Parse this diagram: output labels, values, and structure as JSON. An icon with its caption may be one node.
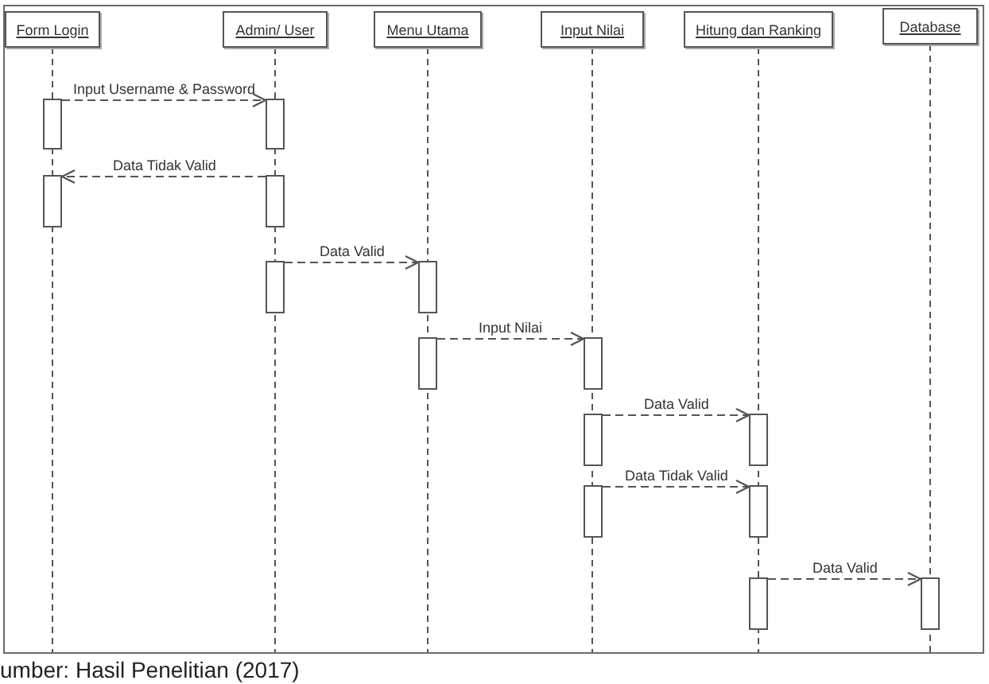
{
  "diagram": {
    "caption": "umber: Hasil Penelitian (2017)",
    "nodes": [
      {
        "text": [
          "Form Login"
        ]
      },
      {
        "text": [
          "Admin/ User"
        ]
      },
      {
        "text": [
          "Menu Utama"
        ]
      },
      {
        "text": [
          "Input Nilai"
        ]
      },
      {
        "text": [
          "Hitung dan Ranking"
        ]
      },
      {
        "text": [
          "Database"
        ]
      },
      {
        "text": [],
        "shape": "bar"
      },
      {
        "text": [],
        "shape": "bar"
      },
      {
        "text": [],
        "shape": "bar"
      },
      {
        "text": [],
        "shape": "bar"
      },
      {
        "text": [],
        "shape": "bar"
      },
      {
        "text": [],
        "shape": "bar"
      },
      {
        "text": [],
        "shape": "bar"
      },
      {
        "text": [],
        "shape": "bar"
      },
      {
        "text": [],
        "shape": "bar"
      },
      {
        "text": [],
        "shape": "bar"
      },
      {
        "text": [],
        "shape": "bar"
      },
      {
        "text": [],
        "shape": "bar"
      },
      {
        "text": [],
        "shape": "bar"
      },
      {
        "text": [],
        "shape": "bar"
      }
    ],
    "edges": [
      {
        "from": 6,
        "to": 7,
        "arrow": "to",
        "label": "Input Username & Password",
        "style": "dashed"
      },
      {
        "from": 9,
        "to": 8,
        "arrow": "to",
        "label": "Data Tidak Valid",
        "style": "dashed"
      },
      {
        "from": 10,
        "to": 11,
        "arrow": "to",
        "label": "Data Valid",
        "style": "dashed"
      },
      {
        "from": 12,
        "to": 13,
        "arrow": "to",
        "label": "Input Nilai",
        "style": "dashed"
      },
      {
        "from": 14,
        "to": 15,
        "arrow": "to",
        "label": "Data Valid",
        "style": "dashed"
      },
      {
        "from": 16,
        "to": 17,
        "arrow": "to",
        "label": "Data Tidak Valid",
        "style": "dashed"
      },
      {
        "from": 18,
        "to": 19,
        "arrow": "to",
        "label": "Data Valid",
        "style": "dashed"
      }
    ]
  }
}
